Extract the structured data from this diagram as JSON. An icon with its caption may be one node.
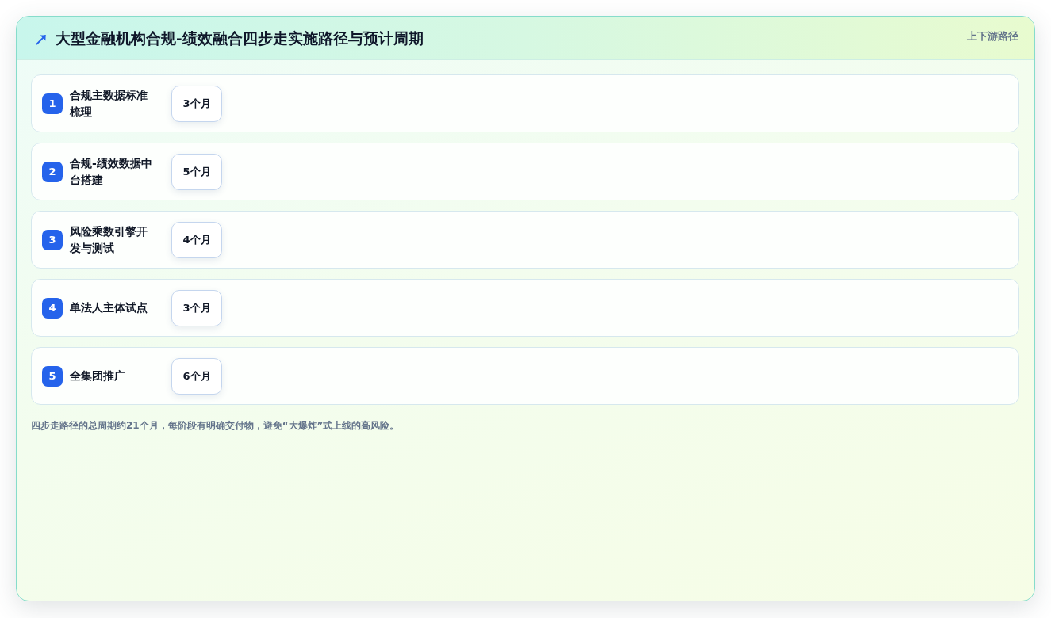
{
  "diagram": {
    "title": "大型金融机构合规-绩效融合四步走实施路径与预计周期",
    "caption": "四步走路径的总周期约21个月，每阶段有明确交付物，避免“大爆炸”式上线的高风险。",
    "nodes": [
      {
        "text": [
          "合规主数据标准梳理"
        ]
      },
      {
        "text": [
          "1"
        ],
        "in": 0
      },
      {
        "text": [
          "3个月"
        ],
        "in": 0
      },
      {
        "text": [
          "合规-绩效数据中台搭建"
        ]
      },
      {
        "text": [
          "2"
        ],
        "in": 3
      },
      {
        "text": [
          "5个月"
        ],
        "in": 3
      },
      {
        "text": [
          "风险乘数引擎开发与测试"
        ]
      },
      {
        "text": [
          "3"
        ],
        "in": 6
      },
      {
        "text": [
          "4个月"
        ],
        "in": 6
      },
      {
        "text": [
          "单法人主体试点"
        ]
      },
      {
        "text": [
          "4"
        ],
        "in": 9
      },
      {
        "text": [
          "3个月"
        ],
        "in": 9
      },
      {
        "text": [
          "全集团推广"
        ]
      },
      {
        "text": [
          "5"
        ],
        "in": 12
      },
      {
        "text": [
          "6个月"
        ],
        "in": 12
      }
    ],
    "labels": [
      "上下游路径"
    ]
  }
}
